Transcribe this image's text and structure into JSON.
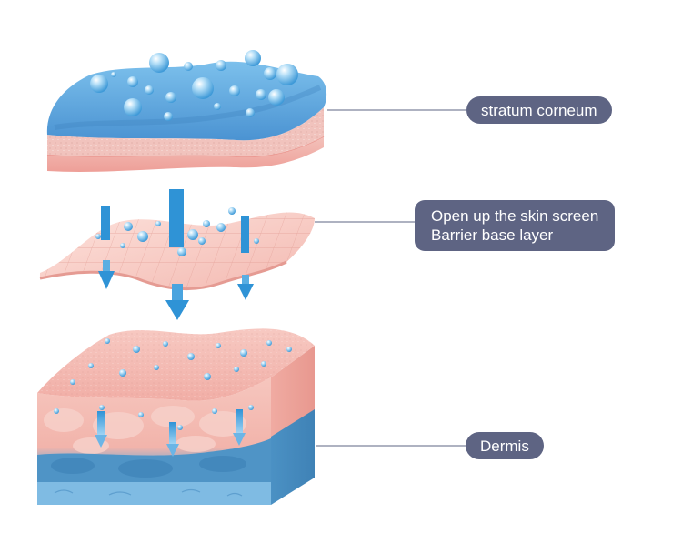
{
  "labels": {
    "stratum_corneum": "stratum corneum",
    "barrier_line1": "Open up the skin screen",
    "barrier_line2": "Barrier base layer",
    "dermis": "Dermis"
  },
  "colors": {
    "pill_bg": "#5e6483",
    "pill_text": "#ffffff",
    "connector": "#5e6483",
    "water_blue": "#4aa6e0",
    "skin_pink": "#f7c3bb",
    "skin_deep_pink": "#ef9f97",
    "dermis_blue": "#4f9ccc",
    "top_layer_blue": "#5aa7dc"
  },
  "icons": {
    "droplet": "water-droplet-icon",
    "arrow": "down-arrow-icon"
  }
}
